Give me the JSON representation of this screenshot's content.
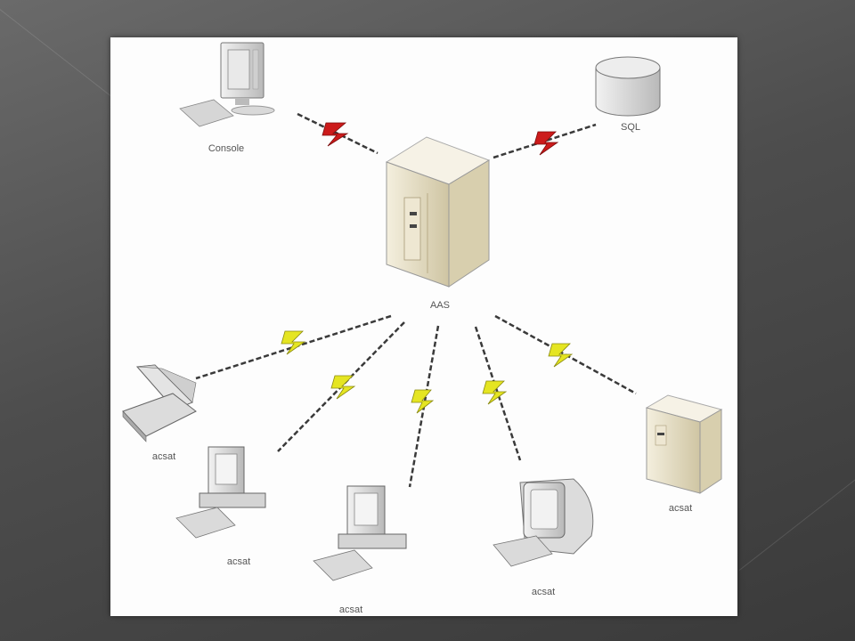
{
  "slide": {
    "background": "#4d4d4d",
    "image_background": "#fdfdfd"
  },
  "diagram": {
    "description_icons": {
      "server": "tower-server-icon",
      "database": "database-cylinder-icon",
      "console": "monitor-keyboard-icon",
      "laptop": "laptop-icon",
      "desktop": "desktop-pc-icon",
      "crt": "crt-monitor-icon"
    },
    "colors": {
      "wan_link": "#cc1b1b",
      "wireless_link": "#e5e522",
      "cable": "#3a3a3a",
      "server_body": "#e8e0c6"
    },
    "nodes": {
      "console": {
        "label": "Console"
      },
      "sql": {
        "label": "SQL"
      },
      "server": {
        "label": "AAS"
      },
      "laptop": {
        "label": "acsat"
      },
      "pc1": {
        "label": "acsat"
      },
      "pc2": {
        "label": "acsat"
      },
      "crt": {
        "label": "acsat"
      },
      "tower": {
        "label": "acsat"
      }
    }
  }
}
